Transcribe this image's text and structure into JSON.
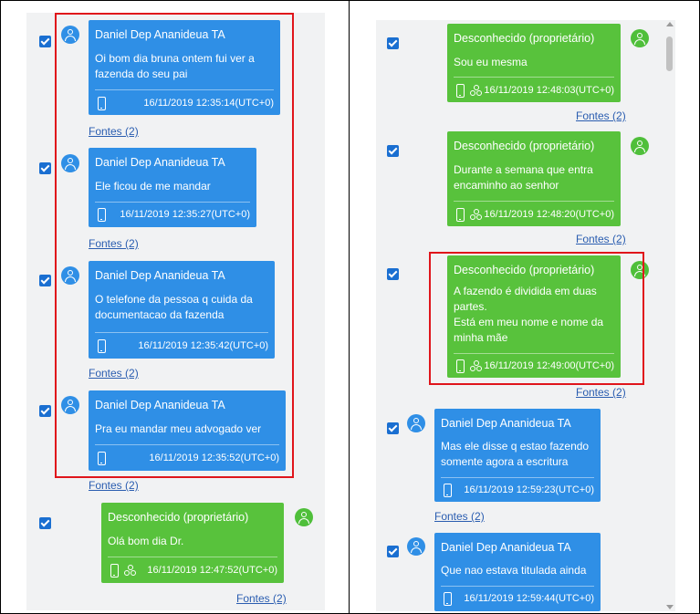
{
  "colors": {
    "outgoing_bubble": "#2f8fe6",
    "incoming_bubble": "#58c23c",
    "highlight": "#e0151b",
    "link": "#2a5db0",
    "panel_background": "#f1f2f3"
  },
  "left": {
    "messages": [
      {
        "sender": "Daniel Dep Ananideua TA",
        "text": "Oi bom dia bruna ontem fui ver a fazenda do seu pai",
        "timestamp": "16/11/2019 12:35:14(UTC+0)",
        "link": "Fontes (2)",
        "icons": [
          "phone-icon"
        ]
      },
      {
        "sender": "Daniel Dep Ananideua TA",
        "text": "Ele ficou de me mandar",
        "timestamp": "16/11/2019 12:35:27(UTC+0)",
        "link": "Fontes (2)",
        "icons": [
          "phone-icon"
        ]
      },
      {
        "sender": "Daniel Dep Ananideua TA",
        "text": "O telefone da pessoa q cuida da documentacao da fazenda",
        "timestamp": "16/11/2019 12:35:42(UTC+0)",
        "link": "Fontes (2)",
        "icons": [
          "phone-icon"
        ]
      },
      {
        "sender": "Daniel Dep Ananideua TA",
        "text": "Pra eu mandar meu advogado ver",
        "timestamp": "16/11/2019 12:35:52(UTC+0)",
        "link": "Fontes (2)",
        "icons": [
          "phone-icon"
        ]
      },
      {
        "sender": "Desconhecido (proprietário)",
        "text": "Olá bom dia Dr.",
        "timestamp": "16/11/2019 12:47:52(UTC+0)",
        "link": "Fontes (2)",
        "icons": [
          "phone-icon",
          "group-icon"
        ]
      }
    ]
  },
  "right": {
    "messages": [
      {
        "sender": "Desconhecido (proprietário)",
        "text": "Sou eu mesma",
        "timestamp": "16/11/2019 12:48:03(UTC+0)",
        "link": "Fontes (2)",
        "icons": [
          "phone-icon",
          "group-icon"
        ]
      },
      {
        "sender": "Desconhecido (proprietário)",
        "text": "Durante a semana que entra encaminho ao senhor",
        "timestamp": "16/11/2019 12:48:20(UTC+0)",
        "link": "Fontes (2)",
        "icons": [
          "phone-icon",
          "group-icon"
        ]
      },
      {
        "sender": "Desconhecido (proprietário)",
        "text_lines": [
          "A fazendo é dividida em duas partes.",
          "Está em meu nome e nome da minha mãe"
        ],
        "timestamp": "16/11/2019 12:49:00(UTC+0)",
        "link": "Fontes (2)",
        "icons": [
          "phone-icon",
          "group-icon"
        ]
      },
      {
        "sender": "Daniel Dep Ananideua TA",
        "text": "Mas ele disse q estao fazendo somente agora a escritura",
        "timestamp": "16/11/2019 12:59:23(UTC+0)",
        "link": "Fontes (2)",
        "icons": [
          "phone-icon"
        ]
      },
      {
        "sender": "Daniel Dep Ananideua TA",
        "text": "Que nao estava titulada ainda",
        "timestamp": "16/11/2019 12:59:44(UTC+0)",
        "icons": [
          "phone-icon"
        ]
      }
    ]
  }
}
